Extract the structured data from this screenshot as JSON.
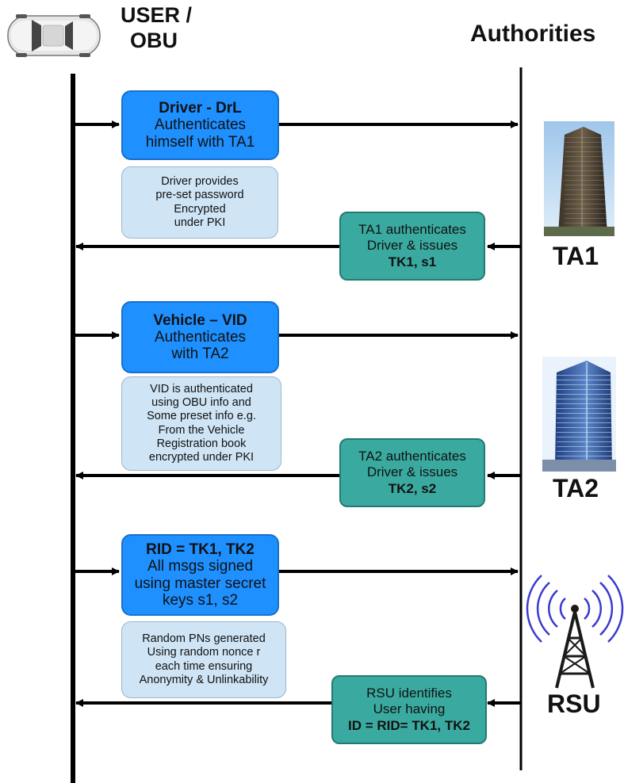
{
  "header": {
    "left_title_line1": "USER /",
    "left_title_line2": "OBU",
    "right_title": "Authorities"
  },
  "entities": {
    "ta1": "TA1",
    "ta2": "TA2",
    "rsu": "RSU"
  },
  "steps": [
    {
      "request": {
        "title": "Driver - DrL",
        "line1": "Authenticates",
        "line2": "himself with TA1"
      },
      "note": [
        "Driver provides",
        "pre-set password",
        "Encrypted",
        "under PKI"
      ],
      "response": {
        "line1": "TA1 authenticates",
        "line2": "Driver & issues",
        "title": "TK1, s1"
      }
    },
    {
      "request": {
        "title": "Vehicle – VID",
        "line1": "Authenticates",
        "line2": "with TA2"
      },
      "note": [
        "VID is authenticated",
        "using OBU info and",
        "Some preset info e.g.",
        "From the Vehicle",
        "Registration book",
        "encrypted under PKI"
      ],
      "response": {
        "line1": "TA2 authenticates",
        "line2": "Driver & issues",
        "title": "TK2, s2"
      }
    },
    {
      "request": {
        "title": "RID = TK1, TK2",
        "line1": "All msgs signed",
        "line2": "using master secret",
        "line3": "keys s1, s2"
      },
      "note": [
        "Random PNs generated",
        "Using random nonce r",
        "each time ensuring",
        "Anonymity & Unlinkability"
      ],
      "response": {
        "line1": "RSU identifies",
        "line2": "User having",
        "title": "ID = RID= TK1, TK2"
      }
    }
  ],
  "colors": {
    "request_box": "#1e90ff",
    "note_box": "#cfe5f5",
    "response_box": "#3aaaa0",
    "lifeline": "#000000"
  },
  "icons": [
    "car-icon",
    "building-ta1-icon",
    "building-ta2-icon",
    "rsu-tower-icon"
  ]
}
